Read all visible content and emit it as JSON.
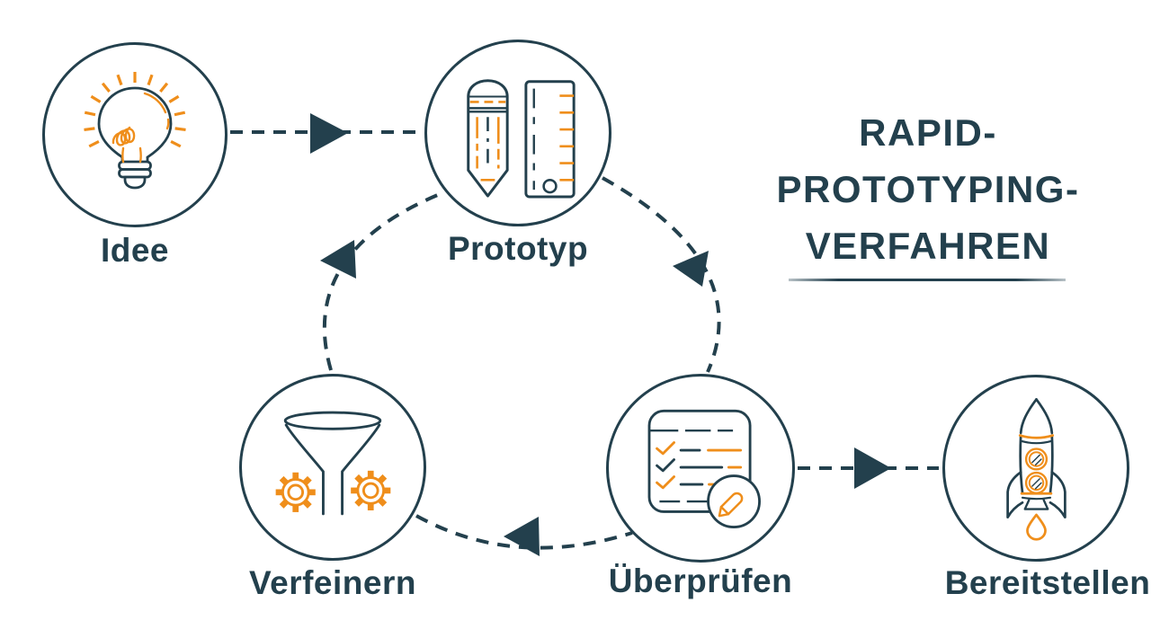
{
  "background": "#ffffff",
  "colors": {
    "dark": "#23404d",
    "orange": "#ef8e1b"
  },
  "title": {
    "lines": [
      "RAPID-",
      "PROTOTYPING-",
      "VERFAHREN"
    ]
  },
  "nodes": [
    {
      "id": "idee",
      "label": "Idee",
      "icon": "lightbulb-icon"
    },
    {
      "id": "prototyp",
      "label": "Prototyp",
      "icon": "pencil-ruler-icon"
    },
    {
      "id": "verfeinern",
      "label": "Verfeinern",
      "icon": "funnel-gears-icon"
    },
    {
      "id": "ueberpruefen",
      "label": "Überprüfen",
      "icon": "checklist-icon"
    },
    {
      "id": "bereitstellen",
      "label": "Bereitstellen",
      "icon": "rocket-icon"
    }
  ],
  "connections": [
    {
      "from": "Idee",
      "to": "Prototyp",
      "style": "dashed-arrow"
    },
    {
      "from": "Prototyp",
      "to": "Überprüfen",
      "style": "dashed-arrow"
    },
    {
      "from": "Überprüfen",
      "to": "Verfeinern",
      "style": "dashed-arrow"
    },
    {
      "from": "Verfeinern",
      "to": "Prototyp",
      "style": "dashed-arrow"
    },
    {
      "from": "Überprüfen",
      "to": "Bereitstellen",
      "style": "dashed-arrow"
    }
  ]
}
